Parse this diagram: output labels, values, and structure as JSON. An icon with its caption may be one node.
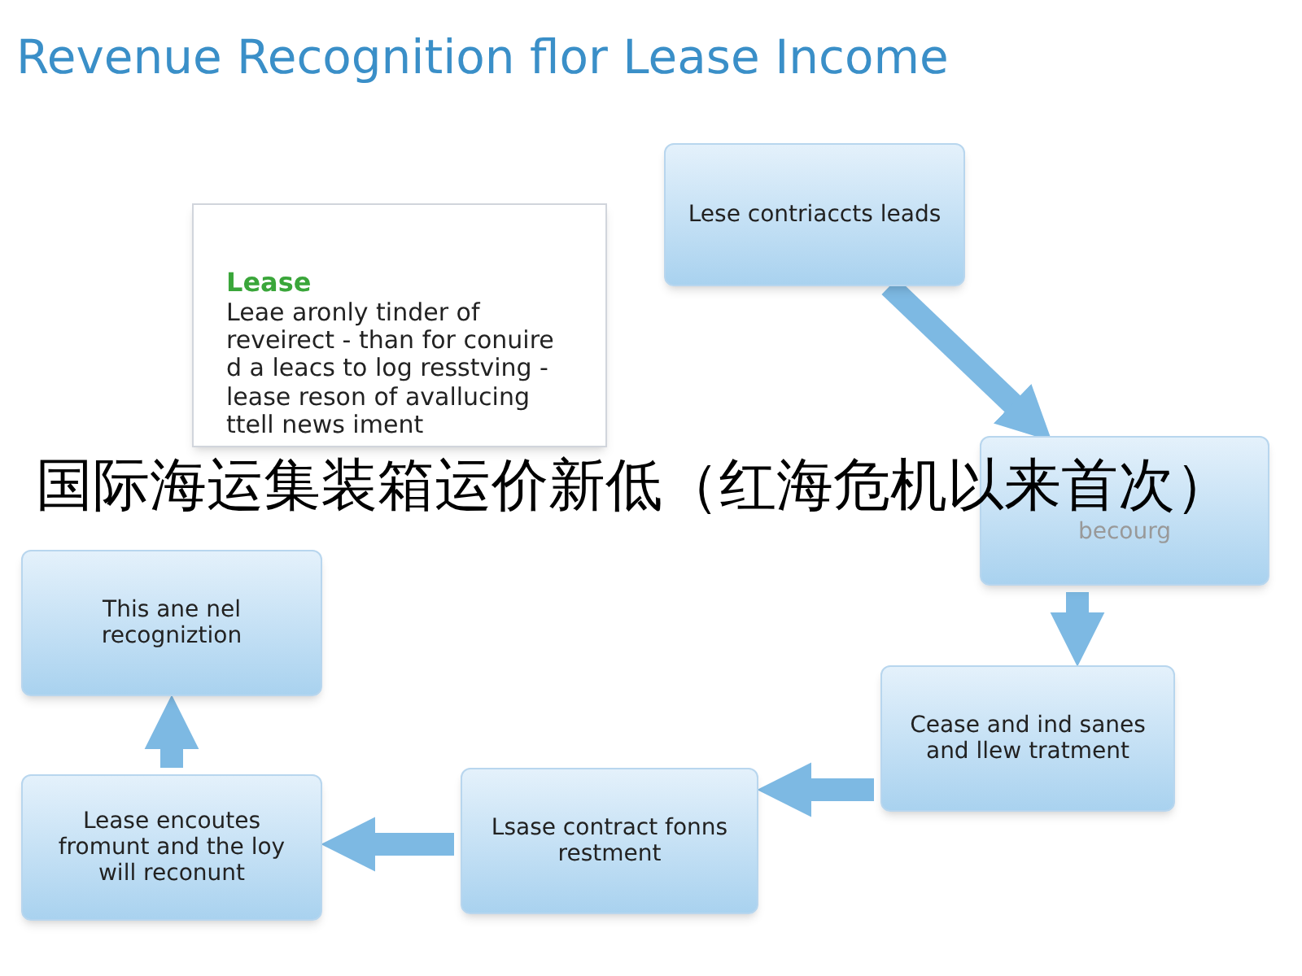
{
  "diagram": {
    "title": "Revenue Recognition flor Lease Income",
    "nodes": [
      {
        "text": [
          "Lease",
          "Leae aronly tinder of reveirect - than for conuire d a leacs to log resstving - lease reson of avallucing ttell news iment"
        ]
      },
      {
        "text": [
          "Lese contriaccts leads"
        ]
      },
      {
        "text": [
          "becourg"
        ]
      },
      {
        "text": [
          "Cease and ind sanes and llew tratment"
        ]
      },
      {
        "text": [
          "Lsase contract fonns restment"
        ]
      },
      {
        "text": [
          "Lease encoutes fromunt and the loy will reconunt"
        ]
      },
      {
        "text": [
          "This ane nel recogniztion"
        ]
      }
    ],
    "edges": [
      {
        "from": 1,
        "to": 2,
        "arrow": "to"
      },
      {
        "from": 2,
        "to": 3,
        "arrow": "to"
      },
      {
        "from": 3,
        "to": 4,
        "arrow": "to"
      },
      {
        "from": 4,
        "to": 5,
        "arrow": "to"
      },
      {
        "from": 5,
        "to": 6,
        "arrow": "to"
      }
    ],
    "labels": [
      "国际海运集装箱运价新低（红海危机以来首次）"
    ]
  }
}
